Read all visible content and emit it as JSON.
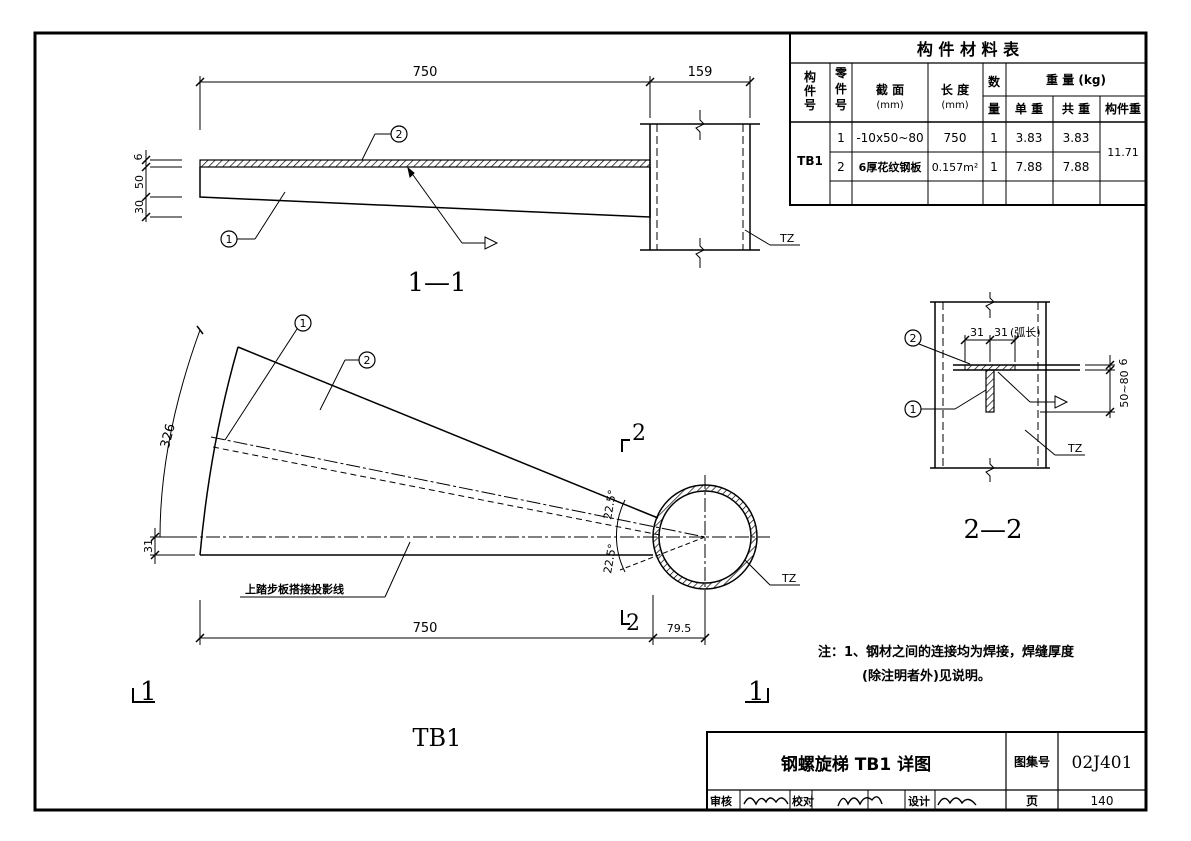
{
  "table": {
    "title": "构 件 材 料 表",
    "headers": {
      "part_no": [
        "构",
        "件",
        "号"
      ],
      "piece_no": [
        "零",
        "件",
        "号"
      ],
      "section": "截 面",
      "section_unit": "(mm)",
      "length": "长 度",
      "length_unit": "(mm)",
      "qty": [
        "数",
        "量"
      ],
      "weight": "重 量 (kg)",
      "unit_weight": "单 重",
      "total_weight": "共 重",
      "member_weight": "构件重"
    },
    "member": "TB1",
    "member_weight": "11.71",
    "rows": [
      {
        "no": "1",
        "section": "-10x50~80",
        "length": "750",
        "qty": "1",
        "unit": "3.83",
        "total": "3.83"
      },
      {
        "no": "2",
        "section": "6厚花纹钢板",
        "length": "0.157m²",
        "qty": "1",
        "unit": "7.88",
        "total": "7.88"
      }
    ]
  },
  "section11": {
    "title": "1—1",
    "dims": {
      "top_left": "750",
      "top_right": "159",
      "d6": "6",
      "d50": "50",
      "d30": "30"
    },
    "balloons": {
      "plate": "2",
      "flat": "1"
    },
    "tz": "TZ"
  },
  "plan": {
    "title": "TB1",
    "dims": {
      "arc": "326",
      "d31": "31",
      "bottom": "750",
      "bottom_right": "79.5",
      "angle_top": "22.5°",
      "angle_bottom": "22.5°"
    },
    "balloons": {
      "flat": "1",
      "plate": "2"
    },
    "tz": "TZ",
    "note": "上踏步板搭接投影线",
    "cut2_top": "2",
    "cut2_bottom": "2",
    "cut1_left": "1",
    "cut1_right": "1"
  },
  "section22": {
    "title": "2—2",
    "dims": {
      "d31a": "31",
      "d31b": "31",
      "arc_note": "(弧长)",
      "d6": "6",
      "d50_80": "50~80"
    },
    "balloons": {
      "plate": "2",
      "flat": "1"
    },
    "tz": "TZ"
  },
  "notes": {
    "line1": "注：1、钢材之间的连接均为焊接，焊缝厚度",
    "line2": "(除注明者外)见说明。"
  },
  "title_block": {
    "drawing_title": "钢螺旋梯 TB1 详图",
    "atlas_label": "图集号",
    "atlas_no": "02J401",
    "review": "审核",
    "check": "校对",
    "design": "设计",
    "page_label": "页",
    "page_no": "140"
  }
}
